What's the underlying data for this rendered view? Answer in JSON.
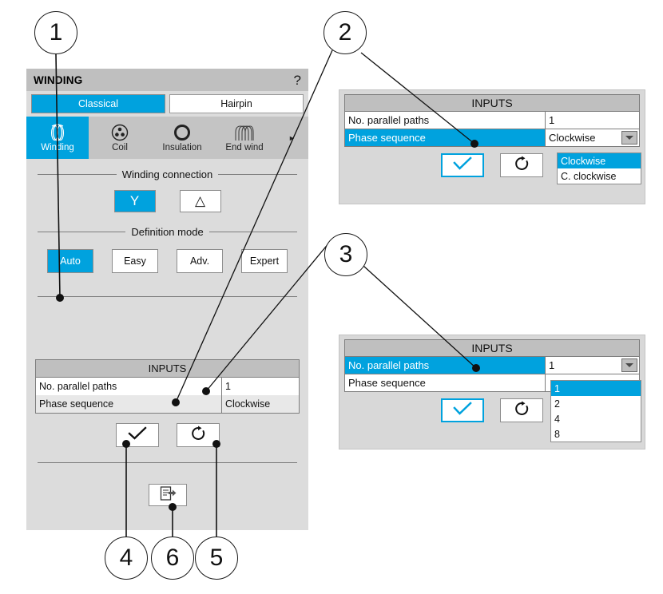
{
  "panel": {
    "title": "WINDING",
    "help_icon": "?",
    "type_tabs": [
      {
        "label": "Classical",
        "active": true
      },
      {
        "label": "Hairpin",
        "active": false
      }
    ],
    "toolbar": {
      "items": [
        {
          "label": "Winding",
          "icon": "winding-icon",
          "active": true
        },
        {
          "label": "Coil",
          "icon": "coil-icon",
          "active": false
        },
        {
          "label": "Insulation",
          "icon": "insulation-icon",
          "active": false
        },
        {
          "label": "End wind",
          "icon": "end-winding-icon",
          "active": false
        }
      ],
      "more_arrow": "►"
    },
    "winding_connection": {
      "caption": "Winding connection",
      "options": [
        {
          "label": "Y",
          "icon": "wye-icon",
          "active": true
        },
        {
          "label": "△",
          "icon": "delta-icon",
          "active": false
        }
      ]
    },
    "definition_mode": {
      "caption": "Definition mode",
      "options": [
        {
          "label": "Auto",
          "active": true
        },
        {
          "label": "Easy",
          "active": false
        },
        {
          "label": "Adv.",
          "active": false
        },
        {
          "label": "Expert",
          "active": false
        }
      ]
    },
    "inputs": {
      "header": "INPUTS",
      "rows": [
        {
          "label": "No. parallel paths",
          "value": "1"
        },
        {
          "label": "Phase sequence",
          "value": "Clockwise"
        }
      ]
    },
    "actions": [
      {
        "name": "confirm",
        "icon": "check-icon"
      },
      {
        "name": "reset",
        "icon": "reset-icon"
      }
    ],
    "export": {
      "icon": "export-document-icon"
    }
  },
  "popup_phase_sequence": {
    "header": "INPUTS",
    "rows": [
      {
        "label": "No. parallel paths",
        "value": "1",
        "selected": false,
        "combo": false
      },
      {
        "label": "Phase sequence",
        "value": "Clockwise",
        "selected": true,
        "combo": true
      }
    ],
    "dropdown": {
      "options": [
        {
          "label": "Clockwise",
          "selected": true
        },
        {
          "label": "C. clockwise",
          "selected": false
        }
      ]
    },
    "actions": [
      {
        "name": "confirm",
        "icon": "check-icon"
      },
      {
        "name": "reset",
        "icon": "reset-icon"
      }
    ]
  },
  "popup_parallel_paths": {
    "header": "INPUTS",
    "rows": [
      {
        "label": "No. parallel paths",
        "value": "1",
        "selected": true,
        "combo": true
      },
      {
        "label": "Phase sequence",
        "value": "",
        "selected": false,
        "combo": false
      }
    ],
    "dropdown": {
      "options": [
        {
          "label": "1",
          "selected": true
        },
        {
          "label": "2",
          "selected": false
        },
        {
          "label": "4",
          "selected": false
        },
        {
          "label": "8",
          "selected": false
        }
      ]
    },
    "actions": [
      {
        "name": "confirm",
        "icon": "check-icon"
      },
      {
        "name": "reset",
        "icon": "reset-icon"
      }
    ]
  },
  "callouts": [
    {
      "number": "1"
    },
    {
      "number": "2"
    },
    {
      "number": "3"
    },
    {
      "number": "4"
    },
    {
      "number": "6"
    },
    {
      "number": "5"
    }
  ],
  "colors": {
    "accent": "#00a2de",
    "panel_bg": "#dcdcdc",
    "title_bar": "#bfbfbf",
    "toolbar_bg": "#c4c4c4",
    "popup_bg": "#d8d8d8",
    "border": "#7d7d7d"
  }
}
